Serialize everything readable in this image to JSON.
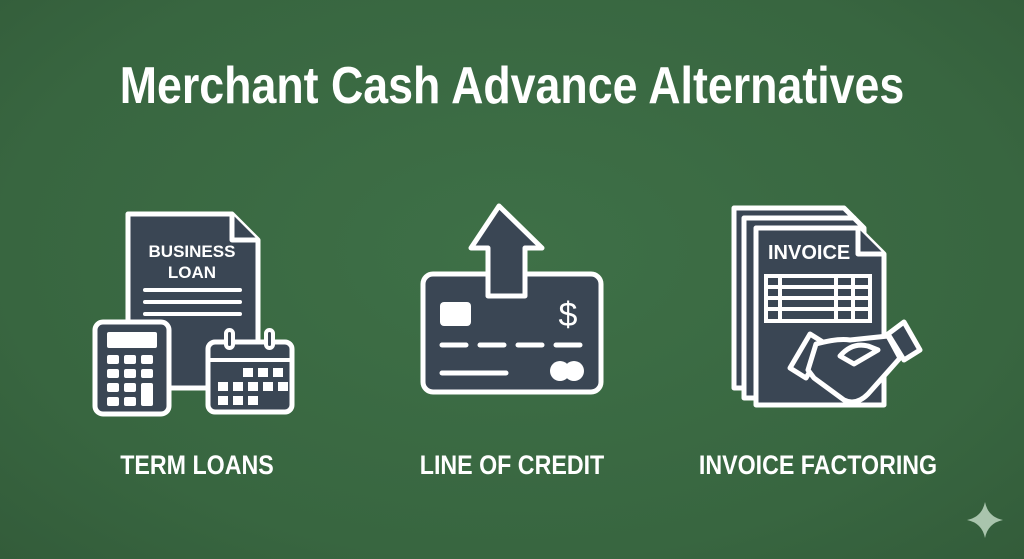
{
  "title": "Merchant Cash Advance Alternatives",
  "colors": {
    "background": "#3b6b43",
    "icon_fill": "#3a4654",
    "outline": "#ffffff",
    "text": "#ffffff",
    "sparkle": "#a9c4ad"
  },
  "items": [
    {
      "label": "TERM LOANS",
      "icon": "business-loan-document-calculator-calendar-icon",
      "doc_text_line1": "BUSINESS",
      "doc_text_line2": "LOAN"
    },
    {
      "label": "LINE OF CREDIT",
      "icon": "credit-card-upload-arrow-icon",
      "card_symbol": "$"
    },
    {
      "label": "INVOICE FACTORING",
      "icon": "invoice-handshake-icon",
      "doc_text": "INVOICE"
    }
  ],
  "watermark": {
    "icon": "sparkle-icon"
  }
}
